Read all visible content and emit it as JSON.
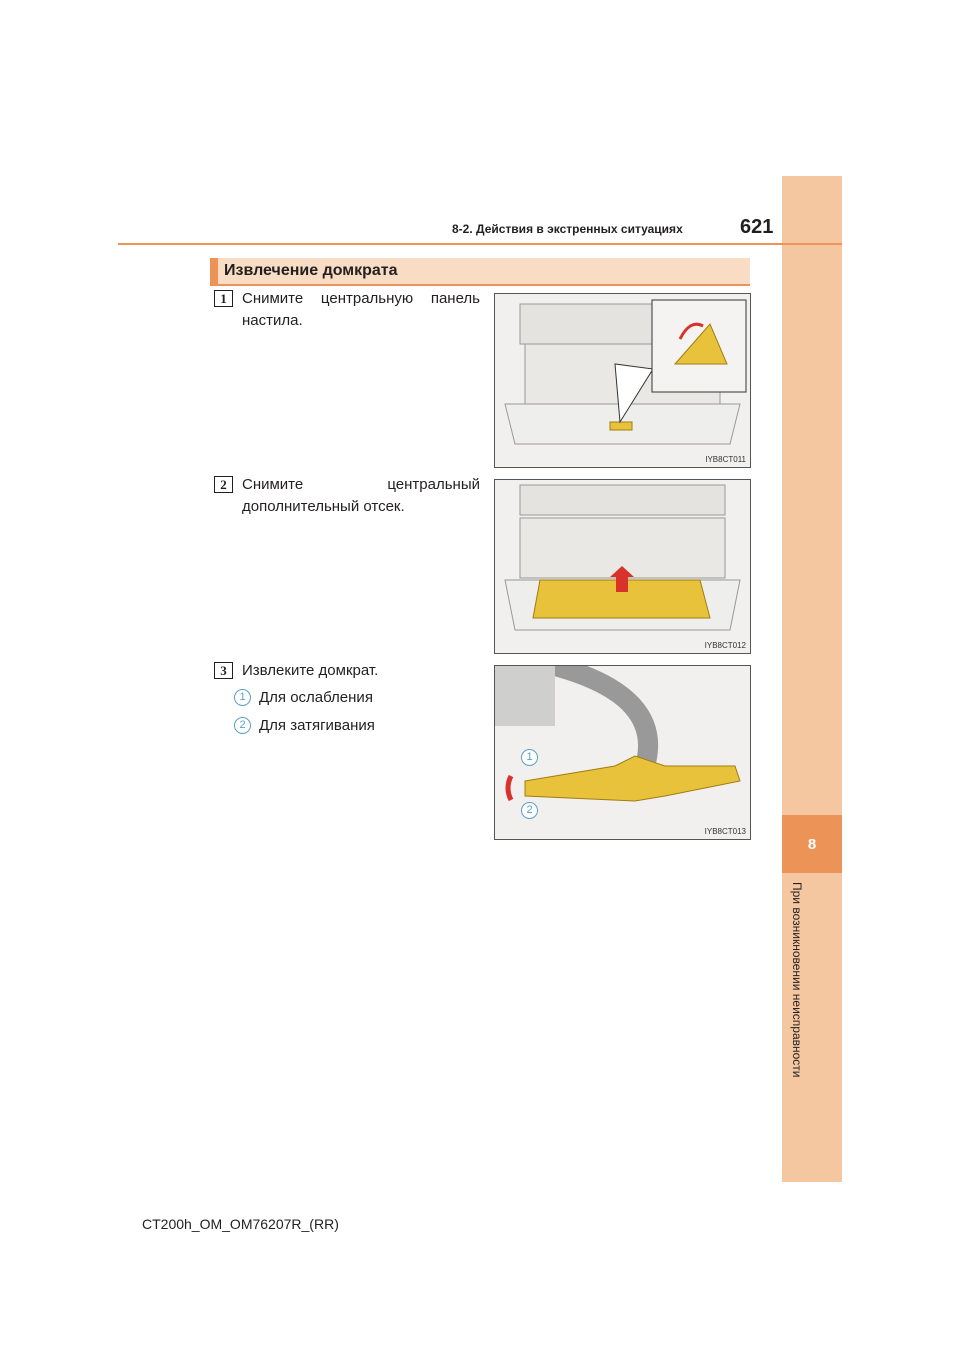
{
  "header": {
    "section": "8-2. Действия в экстренных ситуациях",
    "page": "621"
  },
  "side_tab": {
    "chapter": "8",
    "text": "При возникновении неисправности"
  },
  "title": "Извлечение домкрата",
  "steps": [
    {
      "num": "1",
      "text": "Снимите центральную панель настила.",
      "figure_code": "IYB8CT011"
    },
    {
      "num": "2",
      "text": "Снимите центральный дополнительный отсек.",
      "figure_code": "IYB8CT012"
    },
    {
      "num": "3",
      "text": "Извлеките домкрат.",
      "figure_code": "IYB8CT013",
      "items": [
        {
          "num": "1",
          "text": "Для ослабления"
        },
        {
          "num": "2",
          "text": "Для затягивания"
        }
      ]
    }
  ],
  "footer": "CT200h_OM_OM76207R_(RR)",
  "colors": {
    "accent": "#ec9458",
    "tab": "#f4c7a1",
    "title_bg": "#f8dcc4",
    "callout": "#5aa0c8"
  }
}
